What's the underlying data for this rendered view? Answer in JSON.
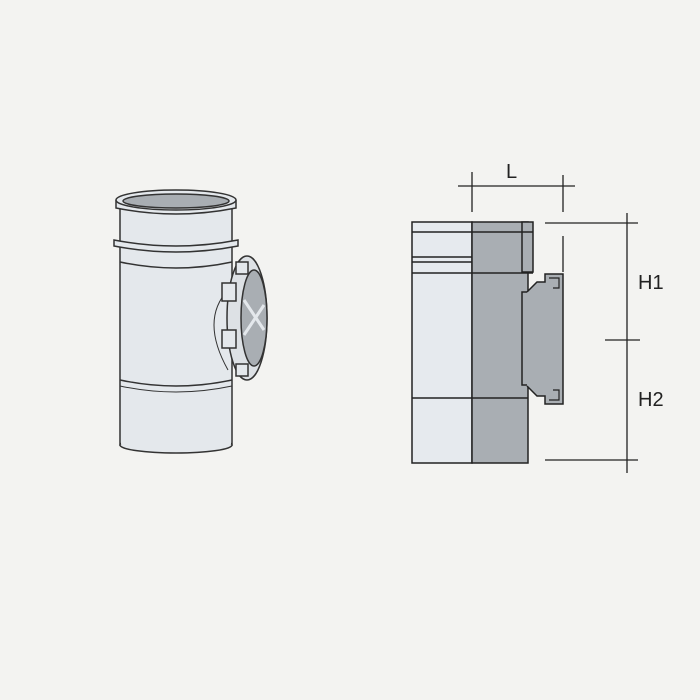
{
  "dimensions": {
    "length_label": "L",
    "upper_height_label": "H1",
    "lower_height_label": "H2"
  },
  "colors": {
    "background": "#f3f3f1",
    "pipe_light": "#e6eaee",
    "pipe_section": "#a9aeb3",
    "outline": "#333333"
  }
}
